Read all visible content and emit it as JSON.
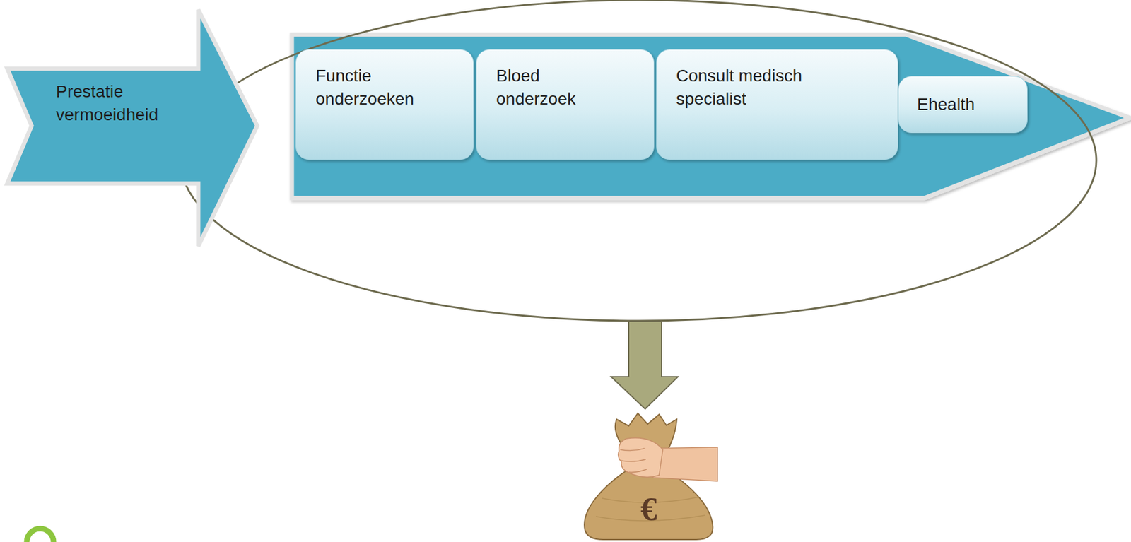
{
  "diagram": {
    "nodes": [
      {
        "text": [
          "Prestatie vermoeidheid"
        ]
      },
      {
        "text": [
          "Functie onderzoeken"
        ]
      },
      {
        "text": [
          "Bloed onderzoek"
        ]
      },
      {
        "text": [
          "Consult medisch specialist"
        ]
      },
      {
        "text": [
          "Ehealth"
        ]
      }
    ],
    "labels": [
      "€"
    ]
  }
}
